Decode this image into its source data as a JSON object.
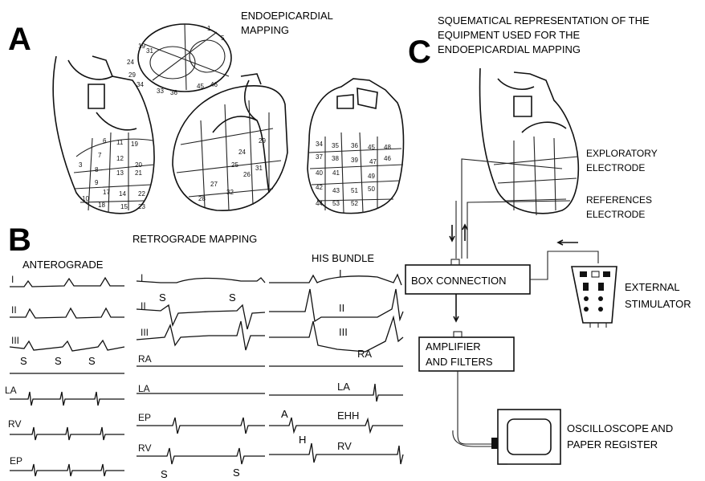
{
  "panels": {
    "a": {
      "letter": "A",
      "title_line1": "ENDOEPICARDIAL",
      "title_line2": "MAPPING",
      "top_map_numbers": [
        "19",
        "31",
        "24",
        "29",
        "34",
        "33",
        "36",
        "45",
        "46",
        "1",
        "5"
      ],
      "segments_left": [
        "6",
        "11",
        "19",
        "7",
        "12",
        "20",
        "3",
        "8",
        "13",
        "21",
        "9",
        "17",
        "14",
        "22",
        "10",
        "18",
        "15",
        "23"
      ],
      "segments_middle": [
        "24",
        "25",
        "26",
        "27",
        "32",
        "28",
        "31",
        "29"
      ],
      "segments_right": [
        "34",
        "35",
        "36",
        "45",
        "48",
        "37",
        "38",
        "39",
        "47",
        "46",
        "40",
        "41",
        "49",
        "42",
        "43",
        "51",
        "50",
        "44",
        "53",
        "52"
      ]
    },
    "b": {
      "letter": "B",
      "retro_title": "RETROGRADE MAPPING",
      "his_title": "HIS BUNDLE",
      "antero_title": "ANTEROGRADE",
      "antero_leads": [
        "I",
        "II",
        "III",
        "LA",
        "RV",
        "EP"
      ],
      "antero_s": [
        "S",
        "S",
        "S"
      ],
      "retro_leads": [
        "I",
        "II",
        "III",
        "RA",
        "LA",
        "EP",
        "RV"
      ],
      "retro_s": [
        "S",
        "S"
      ],
      "retro_bottom_s": [
        "S",
        "S"
      ],
      "his_leads": [
        "I",
        "II",
        "III",
        "RA",
        "LA",
        "EHH",
        "RV"
      ],
      "his_markers": [
        "A",
        "H"
      ]
    },
    "c": {
      "letter": "C",
      "title_line1": "SQUEMATICAL REPRESENTATION OF THE",
      "title_line2": "EQUIPMENT USED FOR THE",
      "title_line3": "ENDOEPICARDIAL MAPPING",
      "exploratory_line1": "EXPLORATORY",
      "exploratory_line2": "ELECTRODE",
      "references_line1": "REFERENCES",
      "references_line2": "ELECTRODE",
      "box_connection": "BOX CONNECTION",
      "amplifier_line1": "AMPLIFIER",
      "amplifier_line2": "AND FILTERS",
      "stimulator_line1": "EXTERNAL",
      "stimulator_line2": "STIMULATOR",
      "oscilloscope_line1": "OSCILLOSCOPE AND",
      "oscilloscope_line2": "PAPER REGISTER"
    }
  }
}
